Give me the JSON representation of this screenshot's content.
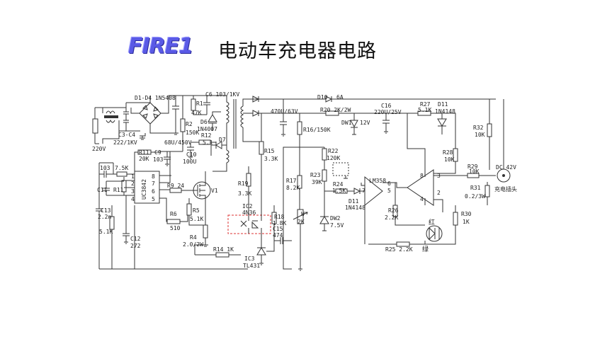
{
  "header": {
    "logo": "FIRE1",
    "title": "电动车充电器电路"
  },
  "labels": {
    "bridge": "D1-D4 1N5408",
    "c6": "C6 103/1KV",
    "r1a": "R1",
    "r1b": "47K",
    "d6a": "D6",
    "d6b": "1N4007",
    "r2a": "R2",
    "r2b": "150K",
    "c8": "C3-C4",
    "c8v": "222/1KV",
    "v220": "220V",
    "c10a": "68U/450V",
    "c10b": "C10",
    "c10c": "100U",
    "r12a": "R12",
    "r12b": "5.1",
    "d7": "D7",
    "r11a": "R11",
    "r11b": "20K",
    "c9a": "C9",
    "c9b": "103",
    "c103": "103",
    "r75": "7.5K",
    "c11": "C11",
    "r11x": "R11",
    "p1": "1",
    "p2": "2",
    "p3": "3",
    "p4": "4",
    "p5": "5",
    "p6": "6",
    "p7": "7",
    "p8": "8",
    "ic": "UC3842",
    "r9": "R9 24",
    "v1": "V1",
    "r6a": "R6",
    "r6b": "510",
    "r5a": "R5",
    "r5b": "5.1K",
    "r4a": "R4",
    "r4b": "2.0/2W",
    "c13a": "C13",
    "c13b": "2.2n",
    "r51k": "5.1K",
    "c12a": "C12",
    "c12b": "272",
    "r14": "R14 1K",
    "r15a": "R15",
    "r15b": "3.3K",
    "r19a": "R19",
    "r19b": "3.3K",
    "ic2a": "IC2",
    "ic2b": "4N36",
    "r18a": "R18",
    "r18b": "1.8K",
    "c15a": "C15",
    "c15b": "474",
    "ic3a": "IC3",
    "ic3b": "TL431",
    "c470": "470U/63V",
    "r16": "R16/150K",
    "d10": "D10",
    "d10v": "6A",
    "r20": "R20 2K/2W",
    "dw1": "DW1",
    "dw1v": "12V",
    "c16a": "C16",
    "c16b": "220U/25V",
    "r27a": "R27",
    "r27b": "5.1K",
    "d11a": "D11",
    "d11b": "1N4148",
    "r32a": "R32",
    "r32b": "10K",
    "r28a": "R28",
    "r28b": "10K",
    "r22a": "R22",
    "r22b": "120K",
    "r17a": "R17",
    "r17b": "8.2K",
    "r23a": "R23",
    "r23b": "39K",
    "r24a": "R24",
    "r24b": "1.5K",
    "w": "W",
    "w2k": "2K",
    "d11x": "D11",
    "d11y": "1N4148",
    "dw2a": "DW2",
    "dw2b": "7.5V",
    "lm": "LM358",
    "p8b": "8",
    "p3b": "3",
    "p2b": "2",
    "p4b": "4",
    "p6b": "6",
    "p5b": "5",
    "p7b": "7",
    "r26a": "R26",
    "r26b": "2.2K",
    "r25": "R25  2.2K",
    "red": "红",
    "green": "绿",
    "r29a": "R29",
    "r29b": "10K",
    "r31a": "R31",
    "r31b": "0.2/3W",
    "r30a": "R30",
    "r30b": "1K",
    "dc": "DC 42V",
    "plug": "充电插头"
  }
}
